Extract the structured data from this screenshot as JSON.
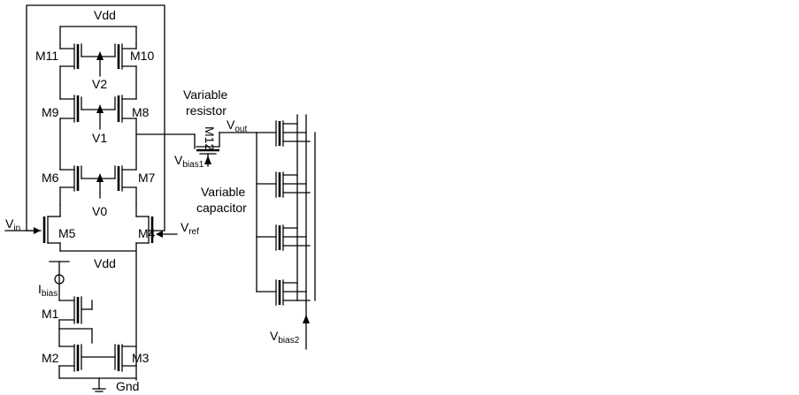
{
  "labels": {
    "vdd_top": "Vdd",
    "vdd_mid": "Vdd",
    "gnd": "Gnd",
    "m1": "M1",
    "m2": "M2",
    "m3": "M3",
    "m4": "M4",
    "m5": "M5",
    "m6": "M6",
    "m7": "M7",
    "m8": "M8",
    "m9": "M9",
    "m10": "M10",
    "m11": "M11",
    "m12": "M12",
    "v0": "V0",
    "v1": "V1",
    "v2": "V2",
    "vin_main": "V",
    "vin_sub": "in",
    "vref_main": "V",
    "vref_sub": "ref",
    "ibias_main": "I",
    "ibias_sub": "bias",
    "vout_main": "V",
    "vout_sub": "out",
    "vbias1_main": "V",
    "vbias1_sub": "bias1",
    "vbias2_main": "V",
    "vbias2_sub": "bias2",
    "var_res_1": "Variable",
    "var_res_2": "resistor",
    "var_cap_1": "Variable",
    "var_cap_2": "capacitor"
  }
}
